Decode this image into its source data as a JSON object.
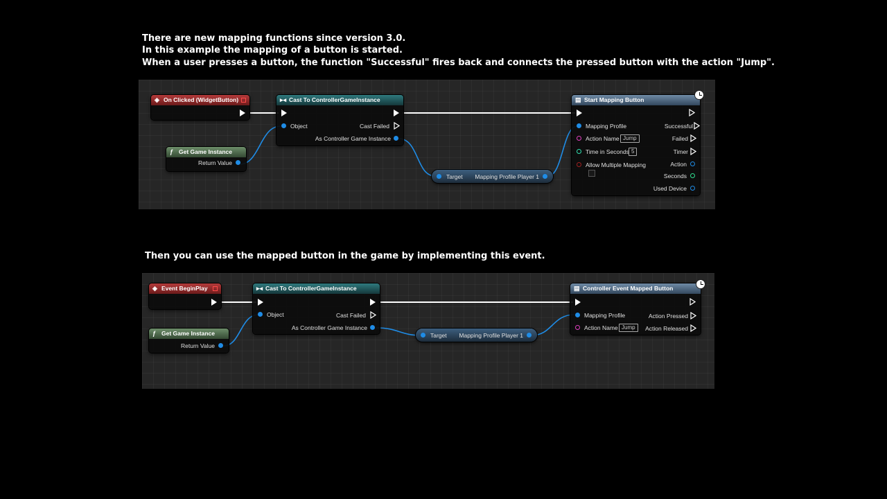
{
  "captions": {
    "line1": "There are new mapping functions since version 3.0.",
    "line2": "In this example the mapping of a button is started.",
    "line3": "When a user presses a button, the function \"Successful\" fires back and connects the pressed button with the action \"Jump\".",
    "line4": "Then you can use the mapped button in the game by implementing this event."
  },
  "graph1": {
    "event_node": {
      "title": "On Clicked (WidgetButton)"
    },
    "get_game_instance": {
      "title": "Get Game Instance",
      "return_value": "Return Value"
    },
    "cast_node": {
      "title": "Cast To ControllerGameInstance",
      "object": "Object",
      "cast_failed": "Cast Failed",
      "as_instance": "As Controller Game Instance"
    },
    "profile_node": {
      "target": "Target",
      "output": "Mapping Profile Player 1"
    },
    "start_mapping": {
      "title": "Start Mapping Button",
      "inputs": {
        "mapping_profile": "Mapping Profile",
        "action_name": "Action Name",
        "action_name_value": "Jump",
        "time_in_seconds": "Time in Seconds",
        "time_value": "5",
        "allow_multiple": "Allow Multiple Mapping"
      },
      "outputs": {
        "successful": "Successful",
        "failed": "Failed",
        "timer": "Timer",
        "action": "Action",
        "seconds": "Seconds",
        "used_device": "Used Device"
      }
    }
  },
  "graph2": {
    "event_node": {
      "title": "Event BeginPlay"
    },
    "get_game_instance": {
      "title": "Get Game Instance",
      "return_value": "Return Value"
    },
    "cast_node": {
      "title": "Cast To ControllerGameInstance",
      "object": "Object",
      "cast_failed": "Cast Failed",
      "as_instance": "As Controller Game Instance"
    },
    "profile_node": {
      "target": "Target",
      "output": "Mapping Profile Player 1"
    },
    "mapped_event": {
      "title": "Controller Event Mapped Button",
      "inputs": {
        "mapping_profile": "Mapping Profile",
        "action_name": "Action Name",
        "action_name_value": "Jump"
      },
      "outputs": {
        "action_pressed": "Action Pressed",
        "action_released": "Action Released"
      }
    }
  },
  "colors": {
    "exec_wire": "#ffffff",
    "object_wire": "#1f8ce6",
    "event_header": "#b43a3a",
    "pure_header": "#6d8e6a",
    "cast_header": "#2f7a7e",
    "function_header": "#6f8ba6"
  }
}
